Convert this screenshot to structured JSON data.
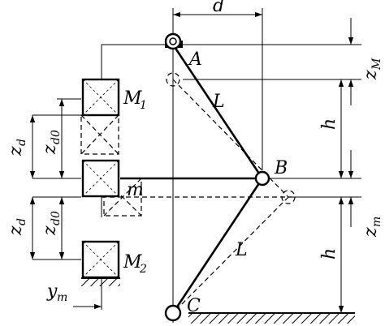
{
  "labels": {
    "d": "d",
    "A": "A",
    "B": "B",
    "C": "C",
    "L_top": "L",
    "L_bottom": "L",
    "h_top": "h",
    "h_bottom": "h",
    "M1_main": "M",
    "M1_sub": "1",
    "M2_main": "M",
    "M2_sub": "2",
    "m": "m",
    "zM_main": "z",
    "zM_sub": "M",
    "zm_main": "z",
    "zm_sub": "m",
    "zd0_top_main": "z",
    "zd0_top_sub": "d0",
    "zd0_bot_main": "z",
    "zd0_bot_sub": "d0",
    "zd_top_main": "z",
    "zd_top_sub": "d",
    "zd_bot_main": "z",
    "zd_bot_sub": "d",
    "ym_main": "y",
    "ym_sub": "m"
  }
}
